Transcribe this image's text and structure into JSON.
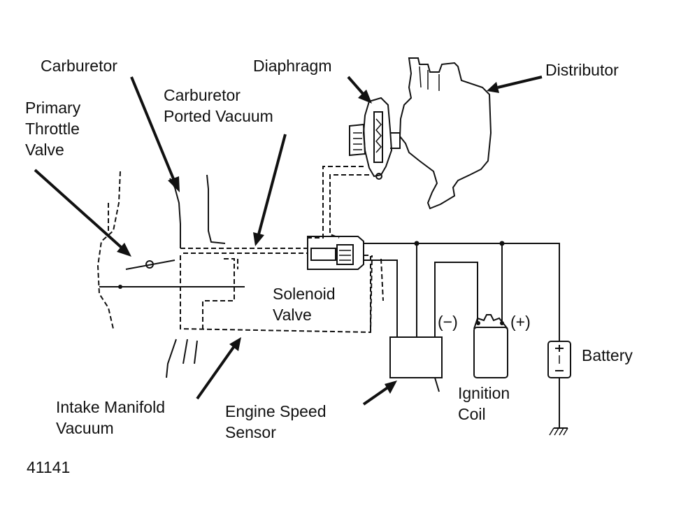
{
  "labels": {
    "carburetor": "Carburetor",
    "diaphragm": "Diaphragm",
    "distributor": "Distributor",
    "carb_ported_1": "Carburetor",
    "carb_ported_2": "Ported Vacuum",
    "primary_1": "Primary",
    "primary_2": "Throttle",
    "primary_3": "Valve",
    "solenoid_1": "Solenoid",
    "solenoid_2": "Valve",
    "minus": "(−)",
    "plus": "(+)",
    "battery": "Battery",
    "ignition_1": "Ignition",
    "ignition_2": "Coil",
    "intake_1": "Intake Manifold",
    "intake_2": "Vacuum",
    "engine_1": "Engine Speed",
    "engine_2": "Sensor",
    "figure_id": "41141"
  }
}
